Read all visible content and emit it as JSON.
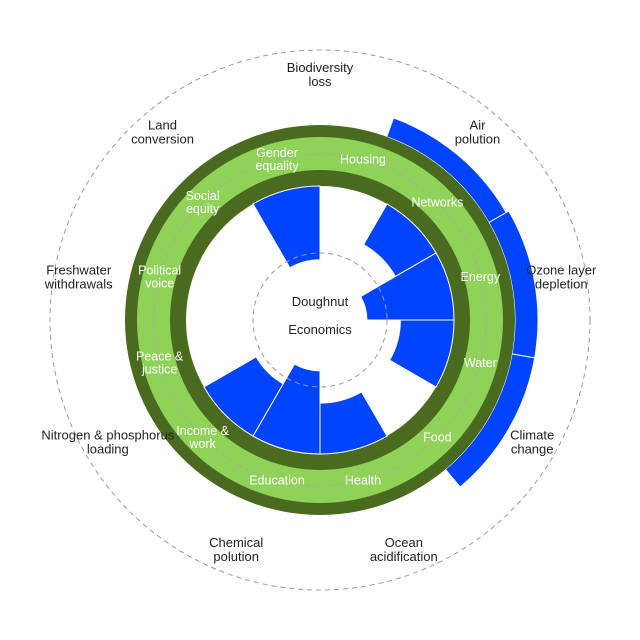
{
  "center": {
    "line1": "Doughnut",
    "line2": "Economics"
  },
  "colors": {
    "dark_green": "#4a6b1f",
    "light_green": "#8ed257",
    "overshoot_blue": "#0044ff",
    "shortfall_blue": "#0044ff",
    "dashed": "#999999"
  },
  "social_foundation": [
    {
      "id": "housing",
      "label": [
        "Housing"
      ],
      "shortfall": 0
    },
    {
      "id": "networks",
      "label": [
        "Networks"
      ],
      "shortfall": 0.35
    },
    {
      "id": "energy",
      "label": [
        "Energy"
      ],
      "shortfall": 0.65
    },
    {
      "id": "water",
      "label": [
        "Water"
      ],
      "shortfall": 0.4
    },
    {
      "id": "food",
      "label": [
        "Food"
      ],
      "shortfall": 0
    },
    {
      "id": "health",
      "label": [
        "Health"
      ],
      "shortfall": 0.38
    },
    {
      "id": "education",
      "label": [
        "Education"
      ],
      "shortfall": 0.62
    },
    {
      "id": "income",
      "label": [
        "Income &",
        "work"
      ],
      "shortfall": 0.45
    },
    {
      "id": "peace",
      "label": [
        "Peace &",
        "justice"
      ],
      "shortfall": 0
    },
    {
      "id": "political",
      "label": [
        "Political",
        "voice"
      ],
      "shortfall": 0
    },
    {
      "id": "social",
      "label": [
        "Social",
        "equity"
      ],
      "shortfall": 0
    },
    {
      "id": "gender",
      "label": [
        "Gender",
        "equality"
      ],
      "shortfall": 0.55
    }
  ],
  "ecological_ceiling": [
    {
      "id": "climate",
      "label": [
        "Climate",
        "change"
      ],
      "overshoot": true
    },
    {
      "id": "ocean",
      "label": [
        "Ocean",
        "acidification"
      ],
      "overshoot": false
    },
    {
      "id": "chemical",
      "label": [
        "Chemical",
        "polution"
      ],
      "overshoot": false
    },
    {
      "id": "nitrogen",
      "label": [
        "Nitrogen & phosphorus",
        "loading"
      ],
      "overshoot": false
    },
    {
      "id": "freshwater",
      "label": [
        "Freshwater",
        "withdrawals"
      ],
      "overshoot": false
    },
    {
      "id": "land",
      "label": [
        "Land",
        "conversion"
      ],
      "overshoot": false
    },
    {
      "id": "biodiversity",
      "label": [
        "Biodiversity",
        "loss"
      ],
      "overshoot": false
    },
    {
      "id": "air",
      "label": [
        "Air",
        "polution"
      ],
      "overshoot": true
    },
    {
      "id": "ozone",
      "label": [
        "Ozone layer",
        "depletion"
      ],
      "overshoot": true
    }
  ]
}
